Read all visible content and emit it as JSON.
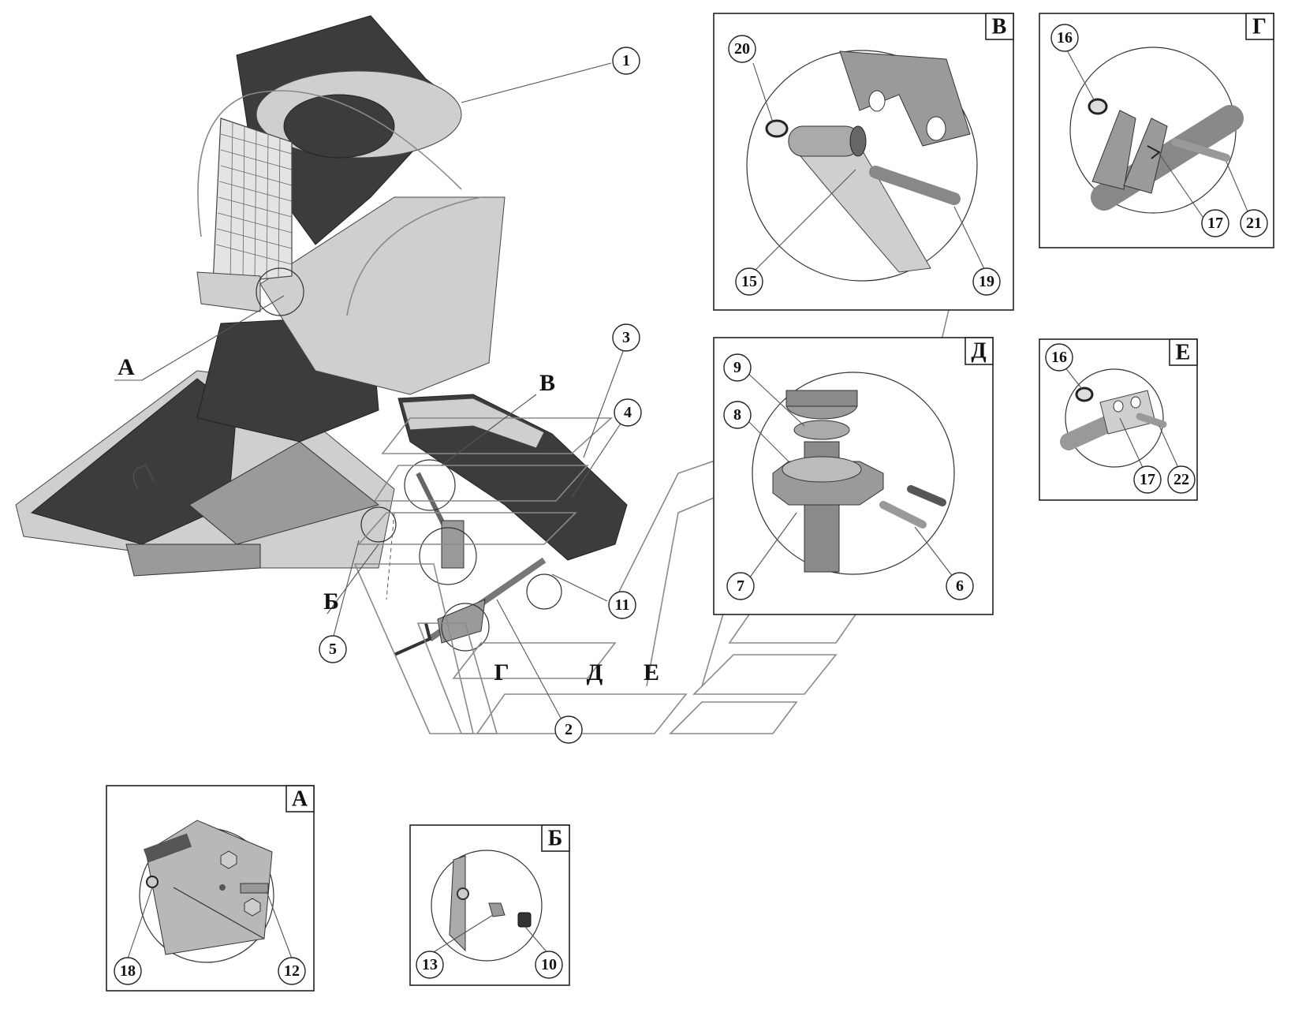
{
  "callouts": {
    "n1": "1",
    "n2": "2",
    "n3": "3",
    "n4": "4",
    "n5": "5",
    "n6": "6",
    "n7": "7",
    "n8": "8",
    "n9": "9",
    "n10": "10",
    "n11": "11",
    "n12": "12",
    "n13": "13",
    "n15": "15",
    "n16a": "16",
    "n16b": "16",
    "n17a": "17",
    "n17b": "17",
    "n18": "18",
    "n19": "19",
    "n20": "20",
    "n21": "21",
    "n22": "22"
  },
  "view_letters": {
    "A": "А",
    "B": "Б",
    "V": "В",
    "G": "Г",
    "D": "Д",
    "E": "Е"
  },
  "detail_titles": {
    "V": "В",
    "G": "Г",
    "D": "Д",
    "E": "Е",
    "A": "А",
    "B": "Б"
  }
}
